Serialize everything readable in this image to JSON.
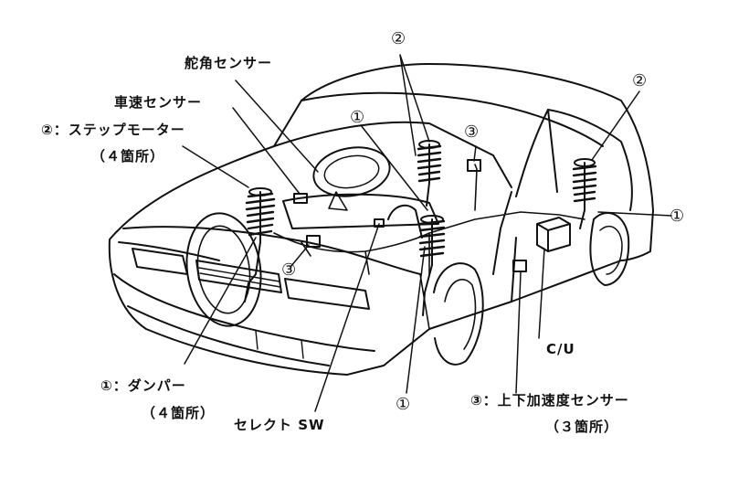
{
  "labels": {
    "steering_angle_sensor": "舵角センサー",
    "vehicle_speed_sensor": "車速センサー",
    "step_motor": "②：ステップモーター",
    "step_motor_qty": "（４箇所）",
    "damper": "①：ダンパー",
    "damper_qty": "（４箇所）",
    "select_sw": "セレクト SW",
    "control_unit": "C/U",
    "vertical_accel_sensor": "③：上下加速度センサー",
    "vertical_accel_sensor_qty": "（３箇所）"
  },
  "markers": {
    "one": "①",
    "two": "②",
    "three": "③"
  },
  "colors": {
    "line": "#111111",
    "background": "#ffffff"
  }
}
